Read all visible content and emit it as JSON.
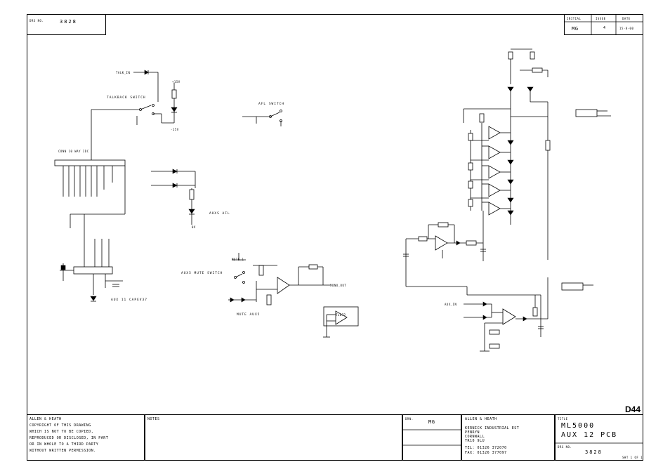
{
  "header": {
    "drg_no_label": "DRG NO.",
    "drg_no": "3828",
    "initial_label": "INITIAL",
    "issue_label": "ISSUE",
    "date_label": "DATE",
    "initial": "MG",
    "issue": "4",
    "date": "15-8-00"
  },
  "schematic": {
    "talkback_label": "TALKBACK SWITCH",
    "afl_switch_label": "AFL SWITCH",
    "aux5_mute_label": "AUX5 MUTE SWITCH",
    "mute_aux5_label": "MUTE AUX5",
    "auxs_afl_label": "AUXS AFL",
    "aux11_label": "AUX 11 CAPEV37",
    "mute_1_label": "MUTE_1",
    "mono_out_label": "MONO_OUT",
    "aux_in_label": "AUX_IN",
    "talk_label": "TALK_IN",
    "gnd_label": "0V",
    "vcc_label": "+15V",
    "vee_label": "-15V",
    "ic_label": "TL072",
    "pin_header_label": "CONN 10 WAY IDC"
  },
  "corner_code": "D44",
  "footer": {
    "company": "ALLEN & HEATH",
    "copyright": [
      "COPYRIGHT OF THIS DRAWING",
      "WHICH IS NOT TO BE COPIED,",
      "REPRODUCED OR DISCLOSED, IN PART",
      "OR IN WHOLE TO A THIRD PARTY",
      "WITHOUT WRITTEN PERMISSION."
    ],
    "notes_label": "NOTES",
    "drn_label": "DRN.",
    "drn": "MG",
    "address_company": "ALLEN & HEATH",
    "address": [
      "KERNICK INDUSTRIAL EST",
      "PENRYN",
      "CORNWALL",
      "TR10 9LU"
    ],
    "tel": "TEL:  01326 372070",
    "fax": "FAX:  01326 377097",
    "title_label": "TITLE",
    "title_line1": "ML5000",
    "title_line2": "AUX 12 PCB",
    "drg_no_label": "DRG NO.",
    "drg_no": "3828",
    "sheet_ref": "SHT 1 OF 1"
  }
}
